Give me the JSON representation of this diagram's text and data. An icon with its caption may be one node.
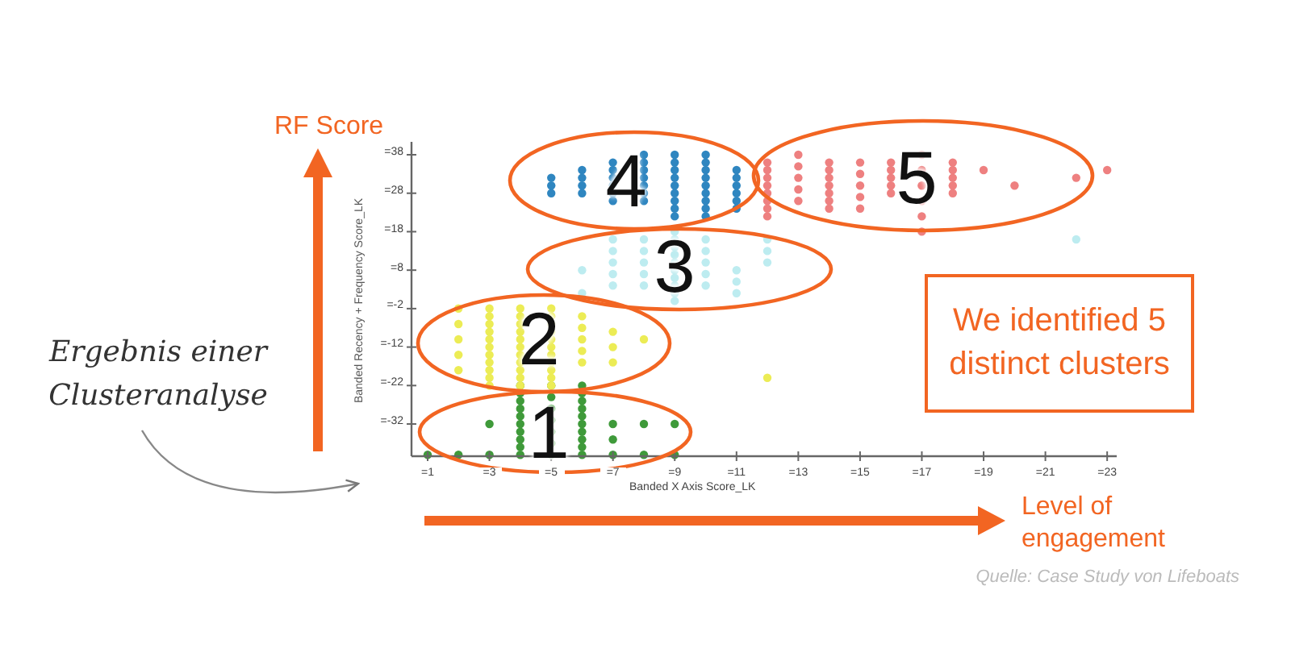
{
  "diagram": {
    "caption": "Quelle: Case Study von Lifeboats",
    "nodes": [
      {
        "text": [
          "Ergebnis einer Clusteranalyse"
        ]
      },
      {
        "text": [],
        "shape": "picture"
      },
      {
        "text": [
          "4"
        ],
        "in": 1
      },
      {
        "text": [
          "5"
        ],
        "in": 1
      },
      {
        "text": [
          "3"
        ],
        "in": 1
      },
      {
        "text": [
          "2"
        ],
        "in": 1
      },
      {
        "text": [
          "1"
        ],
        "in": 1
      },
      {
        "text": [
          "We identified 5 distinct clusters"
        ]
      }
    ],
    "edges": [
      {
        "from": 0,
        "to": 1,
        "arrow": "to"
      }
    ],
    "labels": [
      "RF Score",
      "=38",
      "=28",
      "=18",
      "=8",
      "=-2",
      "=-12",
      "=-22",
      "=-32",
      "Banded Recency + Frequency Score_LK",
      "=1",
      "=3",
      "=5",
      "=7",
      "=9",
      "=11",
      "=13",
      "=15",
      "=17",
      "=19",
      "=21",
      "=23",
      "Banded X Axis Score_LK",
      "Level of engagement"
    ]
  }
}
